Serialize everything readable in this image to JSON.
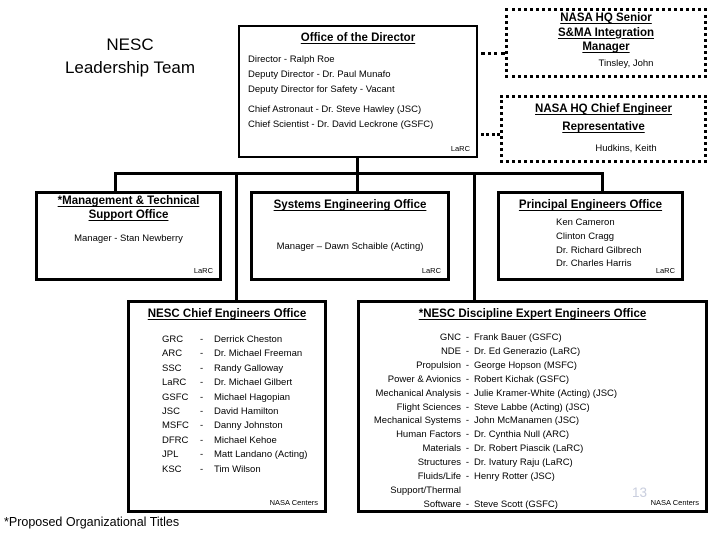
{
  "page": {
    "title_line1": "NESC",
    "title_line2": "Leadership Team",
    "footnote": "*Proposed Organizational Titles",
    "page_number": "13"
  },
  "colors": {
    "line": "#000000",
    "page_number": "#c9cede"
  },
  "director_office": {
    "title": "Office of the Director",
    "lines": [
      "Director -  Ralph Roe",
      "Deputy Director - Dr. Paul Munafo",
      "Deputy Director for Safety - Vacant",
      "Chief Astronaut - Dr. Steve Hawley (JSC)",
      "Chief Scientist - Dr. David Leckrone (GSFC)"
    ],
    "center_tag": "LaRC"
  },
  "hq_sma": {
    "title_lines": [
      "NASA HQ Senior",
      "S&MA Integration",
      "Manager"
    ],
    "name": "Tinsley, John"
  },
  "hq_chief_engineer": {
    "title_lines": [
      "NASA HQ Chief Engineer",
      "Representative"
    ],
    "name": "Hudkins, Keith"
  },
  "management_office": {
    "title_lines": [
      "*Management & Technical",
      "Support Office"
    ],
    "manager": "Manager -  Stan Newberry",
    "center_tag": "LaRC"
  },
  "systems_office": {
    "title": "Systems Engineering Office",
    "manager": "Manager – Dawn Schaible (Acting)",
    "center_tag": "LaRC"
  },
  "principal_office": {
    "title": "Principal Engineers Office",
    "names": [
      "Ken Cameron",
      "Clinton Cragg",
      "Dr. Richard Gilbrech",
      "Dr. Charles Harris"
    ],
    "center_tag": "LaRC"
  },
  "chief_engineers_office": {
    "title": "NESC Chief Engineers Office",
    "separator": "-",
    "rows": [
      {
        "center": "GRC",
        "name": "Derrick Cheston"
      },
      {
        "center": "ARC",
        "name": "Dr. Michael Freeman"
      },
      {
        "center": "SSC",
        "name": "Randy Galloway"
      },
      {
        "center": "LaRC",
        "name": "Dr. Michael Gilbert"
      },
      {
        "center": "GSFC",
        "name": "Michael Hagopian"
      },
      {
        "center": "JSC",
        "name": "David Hamilton"
      },
      {
        "center": "MSFC",
        "name": "Danny Johnston"
      },
      {
        "center": "DFRC",
        "name": "Michael Kehoe"
      },
      {
        "center": "JPL",
        "name": "Matt Landano (Acting)"
      },
      {
        "center": "KSC",
        "name": "Tim Wilson"
      }
    ],
    "footer_tag": "NASA Centers"
  },
  "discipline_office": {
    "title": "*NESC Discipline Expert Engineers Office",
    "separator": "-",
    "rows": [
      {
        "label": "GNC",
        "name": "Frank Bauer (GSFC)"
      },
      {
        "label": "NDE",
        "name": "Dr. Ed Generazio (LaRC)"
      },
      {
        "label": "Propulsion",
        "name": "George Hopson (MSFC)"
      },
      {
        "label": "Power & Avionics",
        "name": "Robert Kichak (GSFC)"
      },
      {
        "label": "Mechanical Analysis",
        "name": "Julie Kramer-White (Acting) (JSC)"
      },
      {
        "label": "Flight Sciences",
        "name": "Steve Labbe (Acting) (JSC)"
      },
      {
        "label": "Mechanical Systems",
        "name": "John McManamen (JSC)"
      },
      {
        "label": "Human Factors",
        "name": "Dr. Cynthia Null (ARC)"
      },
      {
        "label": "Materials",
        "name": "Dr. Robert Piascik (LaRC)"
      },
      {
        "label": "Structures",
        "name": "Dr. Ivatury Raju (LaRC)"
      },
      {
        "label": "Fluids/Life Support/Thermal",
        "name": "Henry Rotter (JSC)"
      },
      {
        "label": "Software",
        "name": "Steve Scott (GSFC)"
      }
    ],
    "footer_tag": "NASA Centers"
  }
}
